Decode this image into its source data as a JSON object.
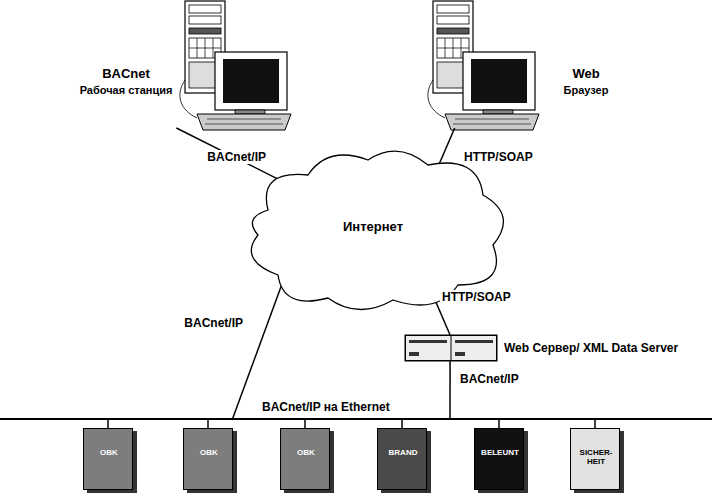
{
  "diagram": {
    "nodes": [
      {
        "text": [
          "BACnet",
          "Рабочая станция"
        ]
      },
      {
        "text": [
          "Web",
          "Браузер"
        ]
      },
      {
        "text": [
          "Интернет"
        ]
      },
      {
        "text": [
          "Web Сервер/ XML Data Server"
        ]
      },
      {
        "text": [
          "BACnet/IP на Ethernet"
        ]
      },
      {
        "text": [
          "OBK"
        ]
      },
      {
        "text": [
          "OBK"
        ]
      },
      {
        "text": [
          "OBK"
        ]
      },
      {
        "text": [
          "BRAND"
        ]
      },
      {
        "text": [
          "BELEUNT"
        ]
      },
      {
        "text": [
          "SICHER- HEIT"
        ]
      }
    ],
    "edges": [
      {
        "from": 0,
        "to": 2,
        "label": "BACnet/IP",
        "arrow": "none"
      },
      {
        "from": 1,
        "to": 2,
        "label": "HTTP/SOAP",
        "arrow": "none"
      },
      {
        "from": 2,
        "to": 3,
        "label": "HTTP/SOAP",
        "arrow": "none"
      },
      {
        "from": 2,
        "to": 4,
        "label": "BACnet/IP",
        "arrow": "none"
      },
      {
        "from": 3,
        "to": 4,
        "label": "BACnet/IP",
        "arrow": "none"
      },
      {
        "from": 4,
        "to": 5,
        "arrow": "none"
      },
      {
        "from": 4,
        "to": 6,
        "arrow": "none"
      },
      {
        "from": 4,
        "to": 7,
        "arrow": "none"
      },
      {
        "from": 4,
        "to": 8,
        "arrow": "none"
      },
      {
        "from": 4,
        "to": 9,
        "arrow": "none"
      },
      {
        "from": 4,
        "to": 10,
        "arrow": "none"
      }
    ]
  }
}
